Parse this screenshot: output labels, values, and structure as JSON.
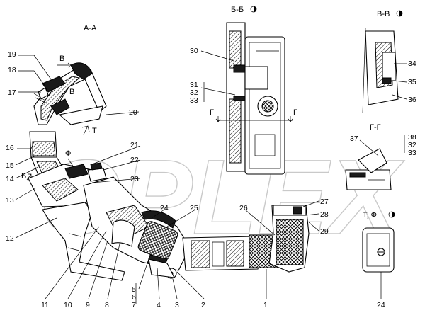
{
  "watermark": "OPLEX",
  "section_labels": {
    "aa": "А-А",
    "bb": "Б-Б",
    "vv": "В-В",
    "gg": "Г-Г",
    "tf": "Т, Ф"
  },
  "cut_marks": {
    "v_top": "В",
    "v_mid": "В",
    "t": "Т",
    "f": "Ф",
    "b": "Б",
    "g_left": "Г",
    "g_right": "Г"
  },
  "callouts": {
    "c1": "1",
    "c2": "2",
    "c3": "3",
    "c4": "4",
    "c5": "5",
    "c6": "6",
    "c7": "7",
    "c8": "8",
    "c9": "9",
    "c10": "10",
    "c11": "11",
    "c12": "12",
    "c13": "13",
    "c14": "14",
    "c15": "15",
    "c16": "16",
    "c17": "17",
    "c18": "18",
    "c19": "19",
    "c20": "20",
    "c21": "21",
    "c22": "22",
    "c23": "23",
    "c24": "24",
    "c25": "25",
    "c26": "26",
    "c27": "27",
    "c28": "28",
    "c29": "29",
    "c30": "30",
    "c31": "31",
    "c32": "32",
    "c33": "33",
    "c34": "34",
    "c35": "35",
    "c36": "36",
    "c37": "37",
    "c38": "38",
    "c32b": "32",
    "c33b": "33",
    "c24b": "24"
  }
}
